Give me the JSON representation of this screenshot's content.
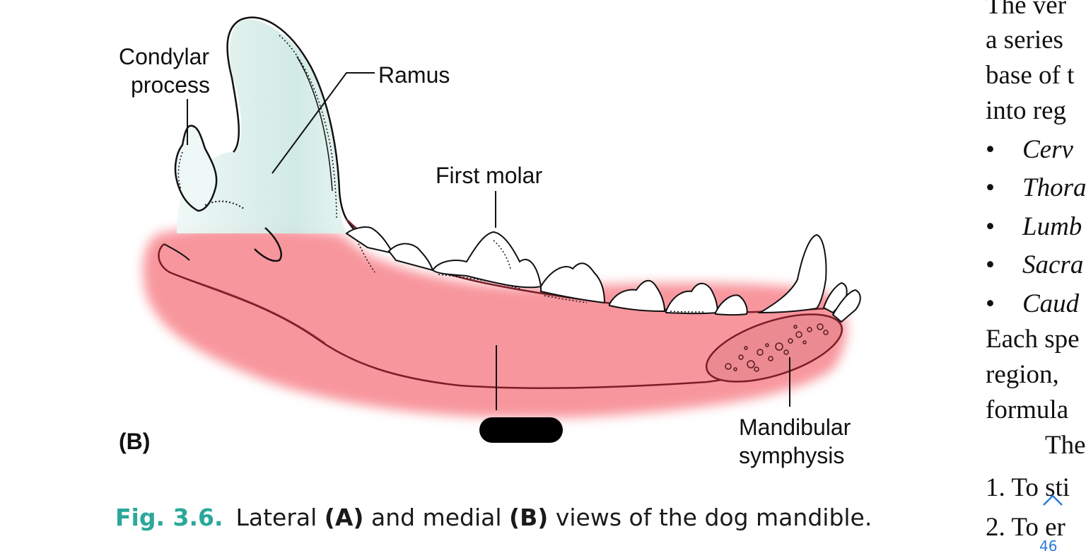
{
  "figure": {
    "labels": {
      "condylar_process_line1": "Condylar",
      "condylar_process_line2": "process",
      "ramus": "Ramus",
      "first_molar": "First molar",
      "mandibular_symphysis_line1": "Mandibular",
      "mandibular_symphysis_line2": "symphysis",
      "panel": "(B)"
    },
    "colors": {
      "ramus_fill": "#dff2ee",
      "body_fill": "#f3868d",
      "outline": "#111111",
      "body_outline": "#7a1e28"
    }
  },
  "caption": {
    "number": "Fig. 3.6.",
    "part1": "Lateral ",
    "a": "(A)",
    "part2": " and medial ",
    "b": "(B)",
    "part3": " views of the dog mandible."
  },
  "body_text": {
    "lines": [
      "The ver",
      "a series",
      "base of t",
      "into reg"
    ],
    "bullets": [
      "Cerv",
      "Thora",
      "Lumb",
      "Sacra",
      "Caud"
    ],
    "after": [
      "Each spe",
      "region,",
      "formula"
    ],
    "indent_line": "The",
    "numbered": [
      {
        "num": "1.",
        "text": "To sti"
      },
      {
        "num": "2.",
        "text": "To er"
      }
    ]
  },
  "page_number": "46",
  "icons": {
    "scroll_up": "chevron-up-icon"
  }
}
